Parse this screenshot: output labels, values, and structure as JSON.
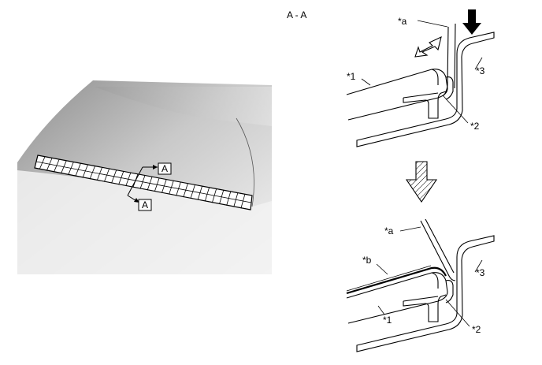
{
  "section_title": "A - A",
  "section_marker_top": "A",
  "section_marker_bottom": "A",
  "top_view": {
    "label_tool": "*a",
    "label_part1": "*1",
    "label_part2": "*2",
    "label_part3": "*3"
  },
  "bottom_view": {
    "label_tool": "*a",
    "label_tape": "*b",
    "label_part1": "*1",
    "label_part2": "*2",
    "label_part3": "*3"
  }
}
